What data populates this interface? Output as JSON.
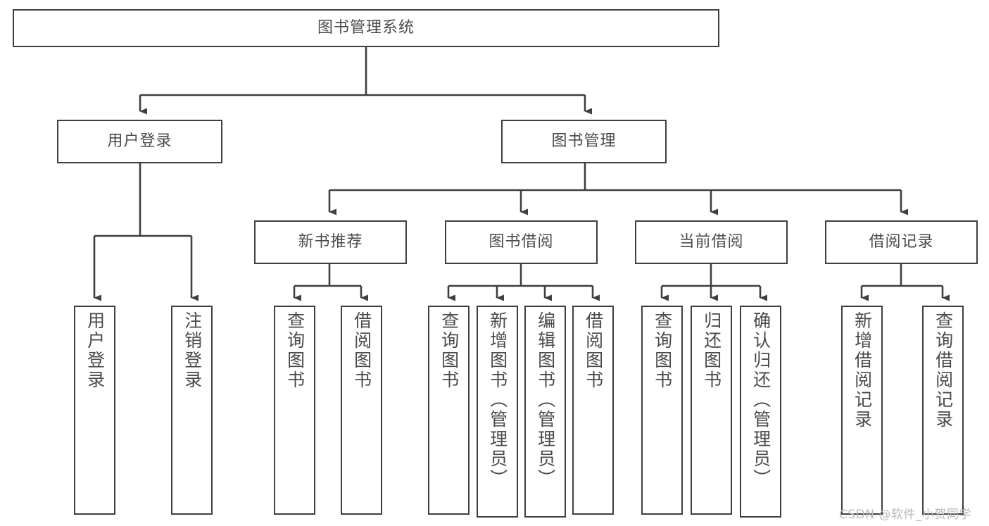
{
  "diagram": {
    "type": "tree",
    "title": "图书管理系统",
    "root": {
      "label": "图书管理系统"
    },
    "level1": [
      {
        "label": "用户登录"
      },
      {
        "label": "图书管理"
      }
    ],
    "level2": [
      {
        "label": "新书推荐"
      },
      {
        "label": "图书借阅"
      },
      {
        "label": "当前借阅"
      },
      {
        "label": "借阅记录"
      }
    ],
    "leaves": {
      "user_login": [
        {
          "label": "用户登录"
        },
        {
          "label": "注销登录"
        }
      ],
      "new_book_recommend": [
        {
          "label": "查询图书"
        },
        {
          "label": "借阅图书"
        }
      ],
      "book_borrow": [
        {
          "label": "查询图书"
        },
        {
          "label": "新增图书（管理员）"
        },
        {
          "label": "编辑图书（管理员）"
        },
        {
          "label": "借阅图书"
        }
      ],
      "current_borrow": [
        {
          "label": "查询图书"
        },
        {
          "label": "归还图书"
        },
        {
          "label": "确认归还（管理员）"
        }
      ],
      "borrow_record": [
        {
          "label": "新增借阅记录"
        },
        {
          "label": "查询借阅记录"
        }
      ]
    }
  },
  "watermark": {
    "text": "CSDN @软件_小贺同学"
  },
  "colors": {
    "stroke": "#3f3f3f",
    "text": "#4a4a4a",
    "background": "#ffffff",
    "watermark": "#b9b9b9"
  }
}
